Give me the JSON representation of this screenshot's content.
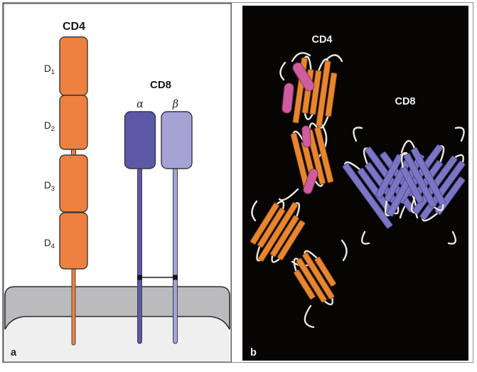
{
  "figure": {
    "panel_a": {
      "label": "a",
      "cd4": {
        "title": "CD4",
        "domains": [
          {
            "base": "D",
            "sub": "1"
          },
          {
            "base": "D",
            "sub": "2"
          },
          {
            "base": "D",
            "sub": "3"
          },
          {
            "base": "D",
            "sub": "4"
          }
        ]
      },
      "cd8": {
        "title": "CD8",
        "alpha": "α",
        "beta": "β"
      }
    },
    "panel_b": {
      "label": "b",
      "cd4_label": "CD4",
      "cd8_label": "CD8"
    }
  },
  "colors": {
    "cd4_orange": "#EE8140",
    "cd8_alpha_purple": "#5B59A6",
    "cd8_beta_purple": "#A7A2D4",
    "membrane_gray": "#BBBBBE",
    "cytoplasm_gray": "#EFEFF0",
    "outline_dark": "#3A3A3A",
    "frame_gray": "#8C8C8C",
    "panel_b_background": "#070404",
    "ribbon_orange": "#E8862F",
    "ribbon_purple": "#7B76C3",
    "ribbon_helix_pink": "#CE5C9E",
    "ribbon_loop_white": "#ECE8E0"
  }
}
